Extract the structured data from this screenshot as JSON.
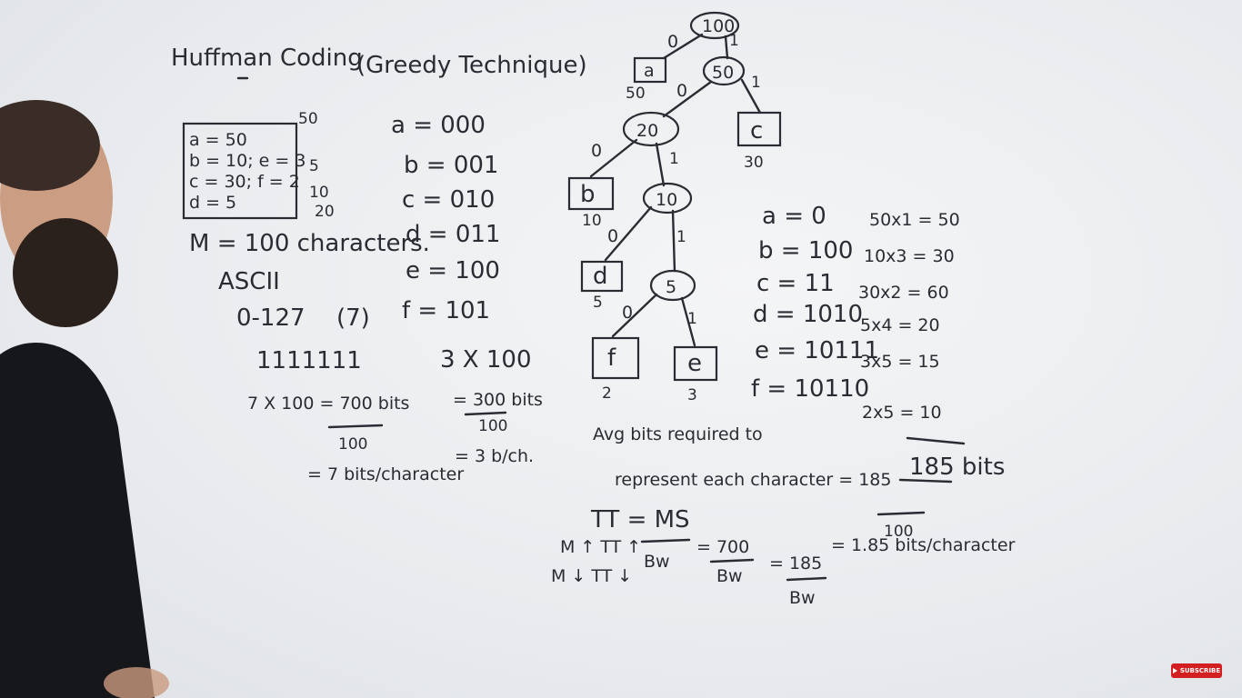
{
  "title": {
    "main": "Huffman Coding",
    "paren": "(Greedy Technique)"
  },
  "frequencies": {
    "line1": "a = 50",
    "line2": "b = 10; e = 3",
    "line3": "c = 30; f = 2",
    "line4": "d = 5",
    "side_notes": [
      "50",
      "5",
      "10",
      "20"
    ]
  },
  "fixed_codes": [
    "a = 000",
    "b = 001",
    "c = 010",
    "d = 011",
    "e = 100",
    "f = 101"
  ],
  "ascii_notes": {
    "message": "M = 100 characters.",
    "ascii": "ASCII",
    "range": "0-127",
    "bits": "(7)",
    "ones": "1111111",
    "calc": "7 X 100 = 700 bits",
    "denom": "100",
    "result": "= 7 bits/character"
  },
  "fixed_calc": {
    "line1": "3 X 100",
    "line2": "= 300 bits",
    "denom": "100",
    "result": "= 3 b/ch."
  },
  "tree": {
    "nodes": [
      "100",
      "50",
      "20",
      "10",
      "5"
    ],
    "leaves": [
      {
        "label": "a",
        "freq": "50"
      },
      {
        "label": "c",
        "freq": "30"
      },
      {
        "label": "b",
        "freq": "10"
      },
      {
        "label": "d",
        "freq": "5"
      },
      {
        "label": "f",
        "freq": "2"
      },
      {
        "label": "e",
        "freq": "3"
      }
    ],
    "edge_labels": [
      "0",
      "1",
      "0",
      "1",
      "0",
      "1",
      "0",
      "1",
      "0",
      "1"
    ]
  },
  "huffman_codes": [
    "a = 0",
    "b = 100",
    "c = 11",
    "d = 1010",
    "e = 10111",
    "f = 10110"
  ],
  "products": [
    "50x1 = 50",
    "10x3 = 30",
    "30x2 = 60",
    "5x4 = 20",
    "3x5 = 15",
    "2x5 = 10"
  ],
  "total": "185 bits",
  "avg": {
    "line1": "Avg bits required to",
    "line2": "represent each character = 185",
    "denom": "100",
    "result": "= 1.85 bits/character"
  },
  "transfer": {
    "formula": "TT = MS",
    "denom_bw": "Bw",
    "eq1": "= 700",
    "eq2": "= 185",
    "note1": "M ↑  TT ↑",
    "note2": "M ↓  TT ↓"
  },
  "subscribe_label": "SUBSCRIBE",
  "colors": {
    "ink": "#2a2c33",
    "board": "#eceef0",
    "subscribe": "#d31f1f"
  }
}
